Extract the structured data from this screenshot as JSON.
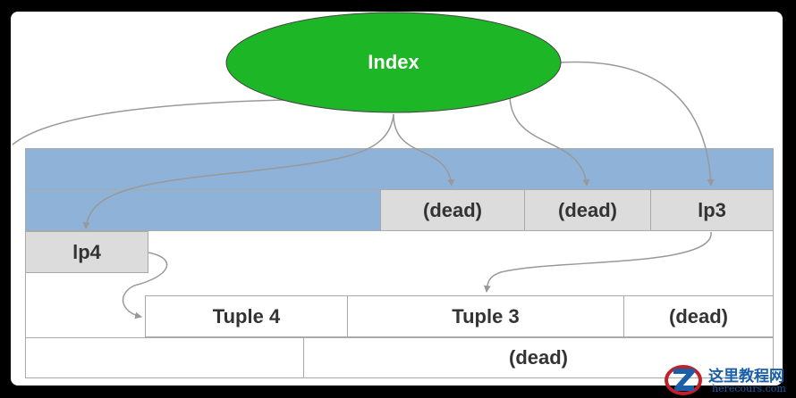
{
  "index": {
    "label": "Index"
  },
  "page": {
    "row1": [
      {
        "label": "(dead)"
      },
      {
        "label": "(dead)"
      },
      {
        "label": "lp3"
      }
    ],
    "lp4": {
      "label": "lp4"
    },
    "tuples": [
      {
        "label": "Tuple 4"
      },
      {
        "label": "Tuple 3"
      },
      {
        "label": "(dead)"
      }
    ],
    "bottom": {
      "label": "(dead)"
    }
  },
  "watermark": {
    "title": "这里教程网",
    "subtitle": "herecours.com"
  },
  "colors": {
    "index_fill": "#1db626",
    "header_blue": "#8fb2d8",
    "cell_gray": "#dcdcdc",
    "border": "#a9a9a9",
    "arrow": "#999999"
  }
}
